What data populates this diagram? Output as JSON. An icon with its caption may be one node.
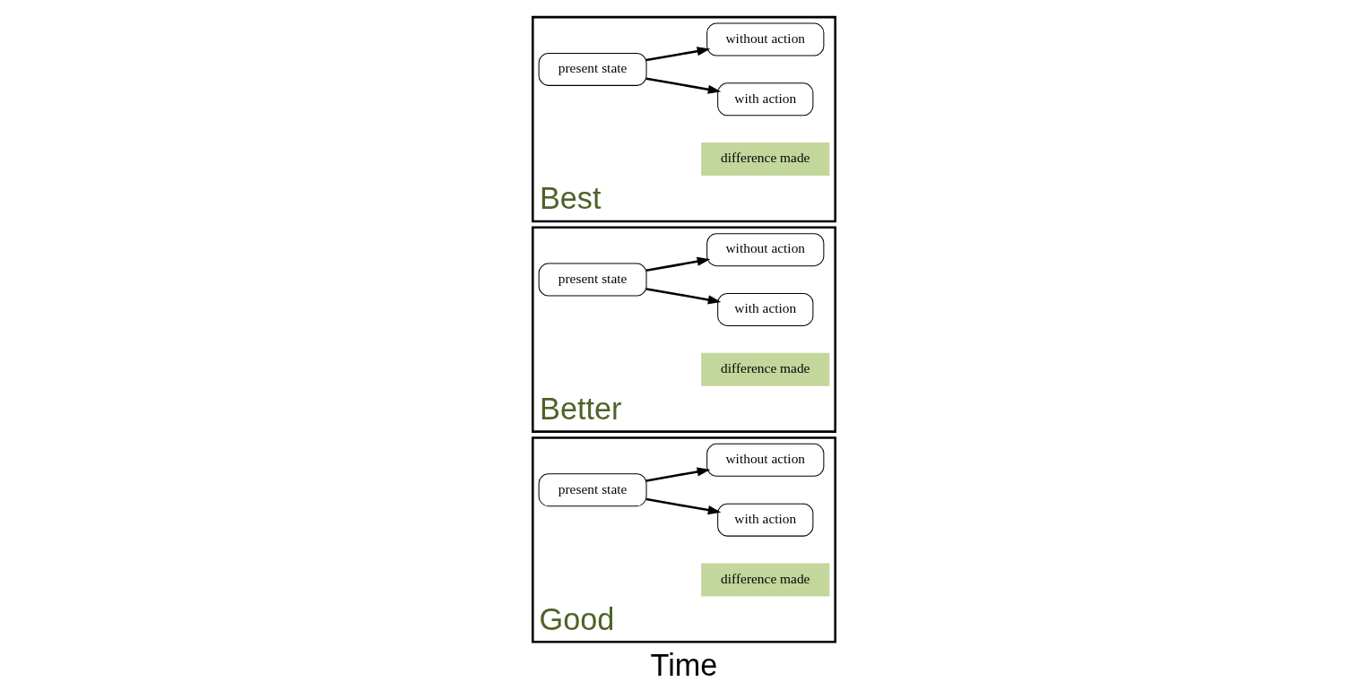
{
  "diagram": {
    "caption": "Time",
    "nodes": [
      {
        "text": [
          "Good"
        ]
      },
      {
        "text": [
          "present state"
        ],
        "in": 0
      },
      {
        "text": [
          "with action"
        ],
        "in": 0
      },
      {
        "text": [
          "difference made"
        ],
        "in": 0
      },
      {
        "text": [
          "without action"
        ],
        "in": 0
      },
      {
        "text": [
          "Better"
        ]
      },
      {
        "text": [
          "present state"
        ],
        "in": 5
      },
      {
        "text": [
          "with action"
        ],
        "in": 5
      },
      {
        "text": [
          "difference made"
        ],
        "in": 5
      },
      {
        "text": [
          "without action"
        ],
        "in": 5
      },
      {
        "text": [
          "Best"
        ]
      },
      {
        "text": [
          "present state"
        ],
        "in": 10
      },
      {
        "text": [
          "with action"
        ],
        "in": 10
      },
      {
        "text": [
          "difference made"
        ],
        "in": 10
      },
      {
        "text": [
          "without action"
        ],
        "in": 10
      }
    ],
    "edges": [
      {
        "from": 1,
        "to": 2,
        "arrow": "to"
      },
      {
        "from": 1,
        "to": 4,
        "arrow": "to"
      },
      {
        "from": 6,
        "to": 7,
        "arrow": "to"
      },
      {
        "from": 6,
        "to": 9,
        "arrow": "to"
      },
      {
        "from": 11,
        "to": 12,
        "arrow": "to"
      },
      {
        "from": 11,
        "to": 14,
        "arrow": "to"
      }
    ]
  }
}
